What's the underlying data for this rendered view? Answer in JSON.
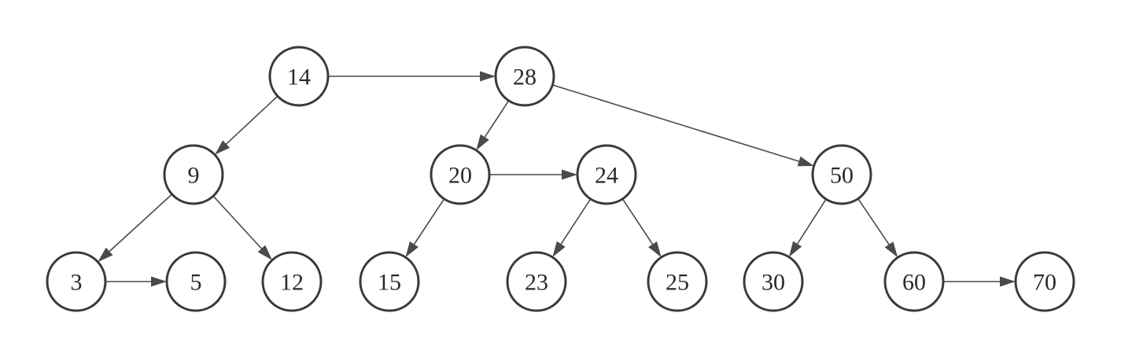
{
  "diagram": {
    "type": "tree-with-sibling-links",
    "colors": {
      "node_stroke": "#3a3a3a",
      "node_fill": "#ffffff",
      "edge": "#4a4a4a",
      "text": "#2a2a2a"
    },
    "nodes": [
      {
        "id": "n14",
        "label": "14"
      },
      {
        "id": "n28",
        "label": "28"
      },
      {
        "id": "n9",
        "label": "9"
      },
      {
        "id": "n20",
        "label": "20"
      },
      {
        "id": "n24",
        "label": "24"
      },
      {
        "id": "n50",
        "label": "50"
      },
      {
        "id": "n3",
        "label": "3"
      },
      {
        "id": "n5",
        "label": "5"
      },
      {
        "id": "n12",
        "label": "12"
      },
      {
        "id": "n15",
        "label": "15"
      },
      {
        "id": "n23",
        "label": "23"
      },
      {
        "id": "n25",
        "label": "25"
      },
      {
        "id": "n30",
        "label": "30"
      },
      {
        "id": "n60",
        "label": "60"
      },
      {
        "id": "n70",
        "label": "70"
      }
    ],
    "edges": [
      {
        "from": "n14",
        "to": "n28"
      },
      {
        "from": "n14",
        "to": "n9"
      },
      {
        "from": "n28",
        "to": "n20"
      },
      {
        "from": "n28",
        "to": "n50"
      },
      {
        "from": "n9",
        "to": "n3"
      },
      {
        "from": "n9",
        "to": "n12"
      },
      {
        "from": "n3",
        "to": "n5"
      },
      {
        "from": "n20",
        "to": "n24"
      },
      {
        "from": "n20",
        "to": "n15"
      },
      {
        "from": "n24",
        "to": "n23"
      },
      {
        "from": "n24",
        "to": "n25"
      },
      {
        "from": "n50",
        "to": "n30"
      },
      {
        "from": "n50",
        "to": "n60"
      },
      {
        "from": "n60",
        "to": "n70"
      }
    ]
  }
}
